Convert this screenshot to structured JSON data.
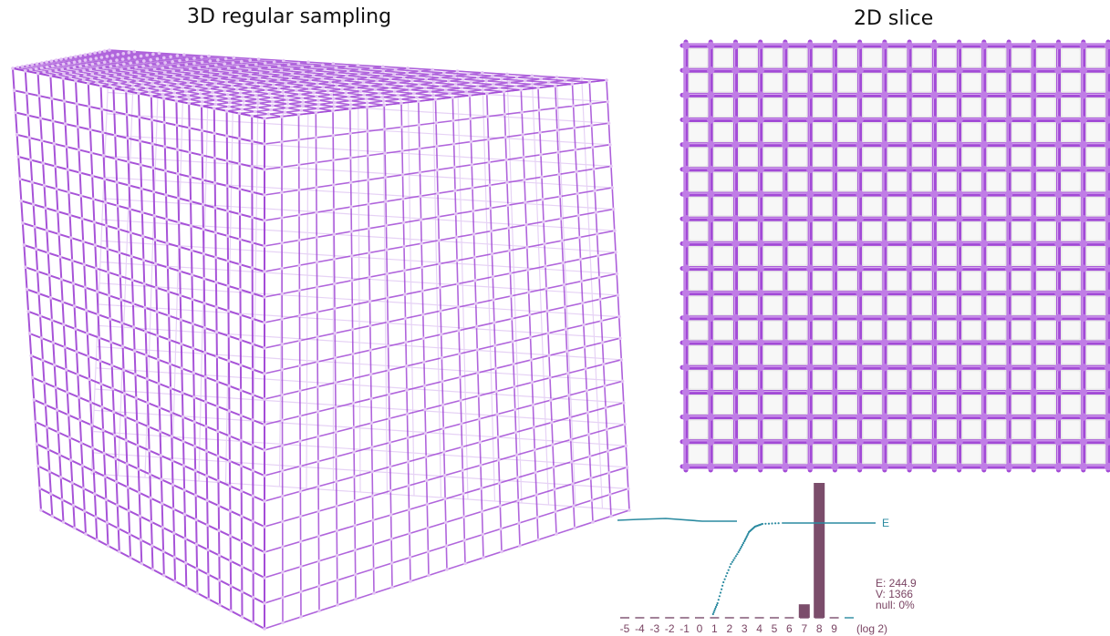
{
  "titles": {
    "left": "3D regular sampling",
    "right": "2D slice"
  },
  "colors": {
    "lattice": "#a24ad6",
    "lattice_light": "#c89be8",
    "node": "#e3c4f4",
    "slice_fill": "#e9e9e9",
    "histogram_bar": "#7b4d6b",
    "curve": "#2a8aa0",
    "label": "#7a4463"
  },
  "histogram": {
    "legend_label": "E",
    "stats": {
      "energy": "E: 244.9",
      "vertices": "V: 1366",
      "null": "null: 0%"
    },
    "chart_data": {
      "type": "bar",
      "categories": [
        "-5",
        "-4",
        "-3",
        "-2",
        "-1",
        "0",
        "1",
        "2",
        "3",
        "4",
        "5",
        "6",
        "7",
        "8",
        "9"
      ],
      "scale_label": "(log 2)",
      "values": [
        0,
        0,
        0,
        0,
        0,
        0,
        0,
        0,
        0,
        0,
        0,
        0,
        0.1,
        1.0,
        0
      ],
      "cumulative_curve": [
        [
          0.9,
          0.0
        ],
        [
          1.2,
          0.12
        ],
        [
          1.6,
          0.35
        ],
        [
          2.1,
          0.55
        ],
        [
          2.6,
          0.68
        ],
        [
          3.0,
          0.8
        ],
        [
          3.3,
          0.9
        ],
        [
          3.7,
          0.96
        ],
        [
          4.2,
          0.99
        ],
        [
          5.5,
          1.0
        ]
      ]
    }
  }
}
